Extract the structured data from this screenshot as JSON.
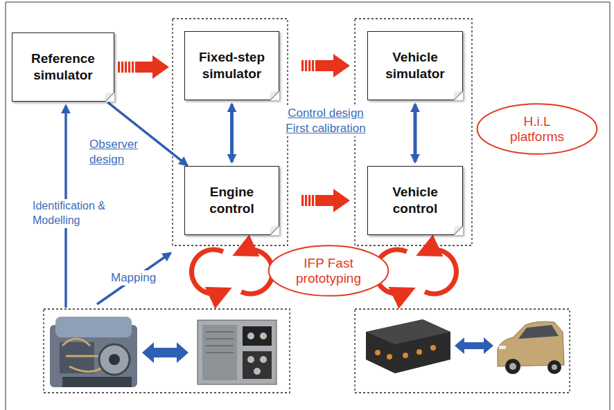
{
  "diagram": {
    "nodes": [
      {
        "text": [
          "Reference simulator"
        ]
      },
      {
        "text": [
          "Fixed-step simulator"
        ]
      },
      {
        "text": [
          "Engine control"
        ]
      },
      {
        "text": [
          "Vehicle simulator"
        ]
      },
      {
        "text": [
          "Vehicle control"
        ]
      },
      {
        "text": [
          "H.i.L platforms"
        ]
      },
      {
        "text": [
          "IFP Fast prototyping"
        ]
      }
    ],
    "edges": [
      {
        "from": 0,
        "to": 1,
        "arrow": "to"
      },
      {
        "from": 0,
        "to": 2,
        "label": "Observer design",
        "arrow": "to"
      },
      {
        "from": 1,
        "to": 2,
        "arrow": "both"
      },
      {
        "from": 1,
        "to": 3,
        "arrow": "to"
      },
      {
        "from": 2,
        "to": 4,
        "arrow": "to"
      },
      {
        "from": 3,
        "to": 4,
        "arrow": "both"
      }
    ],
    "labels": [
      "Control design First calibration",
      "Identification & Modelling",
      "Mapping"
    ]
  }
}
